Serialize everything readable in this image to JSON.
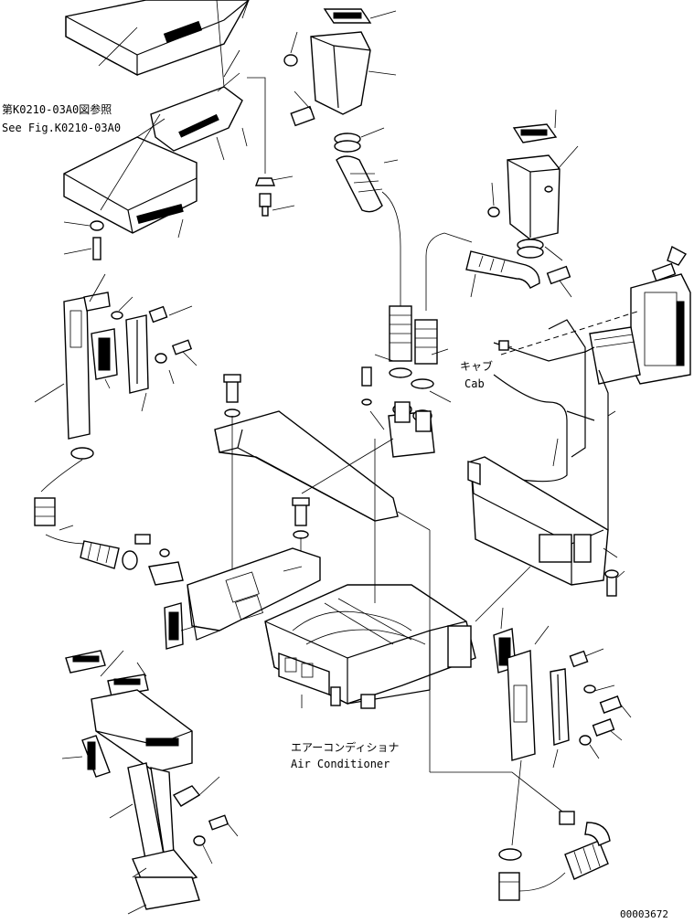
{
  "labels": {
    "ref_jp": "第K0210-03A0図参照",
    "ref_en": "See Fig.K0210-03A0",
    "cab_jp": "キャブ",
    "cab_en": "Cab",
    "ac_jp": "エアーコンディショナ",
    "ac_en": "Air Conditioner",
    "drawing_no": "00003672"
  }
}
